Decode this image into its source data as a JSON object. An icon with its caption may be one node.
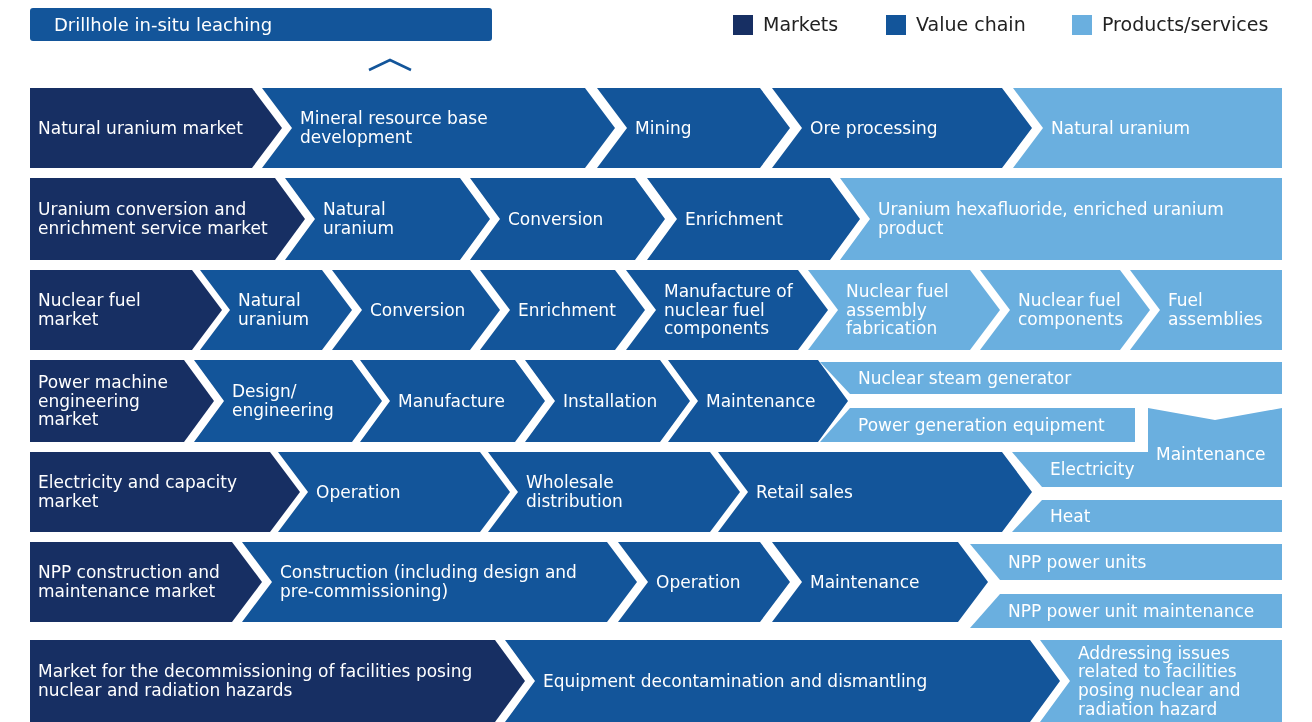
{
  "diagram": {
    "nodes": [
      {
        "text": [
          "Drillhole in-situ leaching"
        ]
      },
      {
        "text": [
          "Natural uranium market"
        ]
      },
      {
        "text": [
          "Mineral resource base development"
        ]
      },
      {
        "text": [
          "Mining"
        ]
      },
      {
        "text": [
          "Ore processing"
        ]
      },
      {
        "text": [
          "Natural uranium"
        ]
      },
      {
        "text": [
          "Uranium conversion and enrichment service market"
        ]
      },
      {
        "text": [
          "Natural uranium"
        ]
      },
      {
        "text": [
          "Conversion"
        ]
      },
      {
        "text": [
          "Enrichment"
        ]
      },
      {
        "text": [
          "Uranium hexafluoride, enriched uranium product"
        ]
      },
      {
        "text": [
          "Nuclear fuel market"
        ]
      },
      {
        "text": [
          "Natural uranium"
        ]
      },
      {
        "text": [
          "Conversion"
        ]
      },
      {
        "text": [
          "Enrichment"
        ]
      },
      {
        "text": [
          "Manufacture of nuclear fuel components"
        ]
      },
      {
        "text": [
          "Nuclear fuel assembly fabrication"
        ]
      },
      {
        "text": [
          "Nuclear fuel components"
        ]
      },
      {
        "text": [
          "Fuel assemblies"
        ]
      },
      {
        "text": [
          "Power machine engineering market"
        ]
      },
      {
        "text": [
          "Design/ engineering"
        ]
      },
      {
        "text": [
          "Manufacture"
        ]
      },
      {
        "text": [
          "Installation"
        ]
      },
      {
        "text": [
          "Maintenance"
        ]
      },
      {
        "text": [
          "Nuclear steam generator"
        ]
      },
      {
        "text": [
          "Power generation equipment"
        ]
      },
      {
        "text": [
          "Maintenance"
        ]
      },
      {
        "text": [
          "Electricity and capacity market"
        ]
      },
      {
        "text": [
          "Operation"
        ]
      },
      {
        "text": [
          "Wholesale distribution"
        ]
      },
      {
        "text": [
          "Retail sales"
        ]
      },
      {
        "text": [
          "Electricity"
        ]
      },
      {
        "text": [
          "Heat"
        ]
      },
      {
        "text": [
          "NPP construction and maintenance market"
        ]
      },
      {
        "text": [
          "Construction (including design and pre-commissioning)"
        ]
      },
      {
        "text": [
          "Operation"
        ]
      },
      {
        "text": [
          "Maintenance"
        ]
      },
      {
        "text": [
          "NPP power units"
        ]
      },
      {
        "text": [
          "NPP power unit maintenance"
        ]
      },
      {
        "text": [
          "Market for the decommissioning of facilities posing nuclear and radiation hazards"
        ]
      },
      {
        "text": [
          "Equipment decontamination and dismantling"
        ]
      },
      {
        "text": [
          "Addressing issues related to facilities posing nuclear and radiation hazard"
        ]
      }
    ],
    "legend": [
      {
        "text": "Markets",
        "color": "#172f63"
      },
      {
        "text": "Value chain",
        "color": "#13559a"
      },
      {
        "text": "Products/services",
        "color": "#6aafdf"
      }
    ]
  }
}
